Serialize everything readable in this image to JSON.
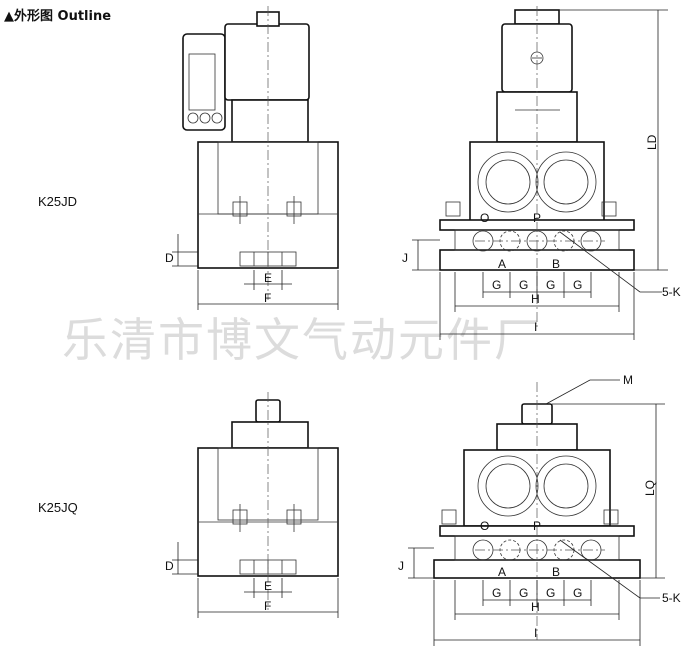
{
  "header": {
    "title": "▲外形图 Outline"
  },
  "watermark": "乐清市博文气动元件厂",
  "models": [
    {
      "code": "K25JD"
    },
    {
      "code": "K25JQ"
    }
  ],
  "dimension_labels": {
    "D": "D",
    "E": "E",
    "F": "F",
    "J": "J",
    "G": "G",
    "H": "H",
    "I": "I",
    "LD": "LD",
    "LQ": "LQ",
    "M": "M",
    "five_k": "5-K"
  },
  "port_labels": {
    "O": "O",
    "P": "P",
    "A": "A",
    "B": "B"
  }
}
